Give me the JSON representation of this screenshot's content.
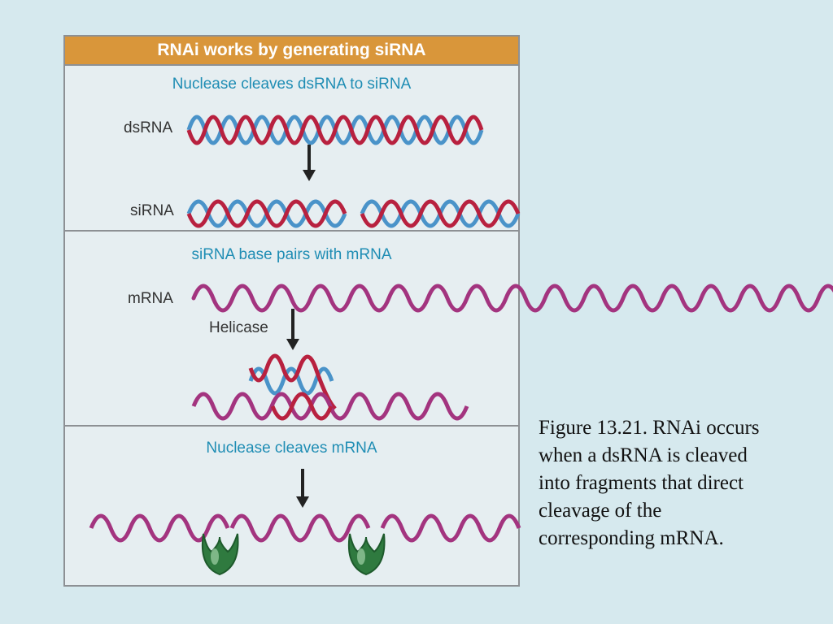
{
  "figure": {
    "title": "RNAi works by generating siRNA",
    "colors": {
      "header": "#d9963a",
      "step_text": "#1f8db4",
      "strand_red": "#b8213f",
      "strand_blue": "#4a93c9",
      "mrna": "#a3347f",
      "nuclease": "#2f7a3f",
      "background": "#d6e9ee"
    },
    "step1": {
      "title": "Nuclease cleaves dsRNA to siRNA",
      "dsrna_label": "dsRNA",
      "sirna_label": "siRNA"
    },
    "step2": {
      "title": "siRNA base pairs with mRNA",
      "mrna_label": "mRNA",
      "helicase_label": "Helicase"
    },
    "step3": {
      "title": "Nuclease cleaves mRNA"
    }
  },
  "caption": "Figure 13.21.  RNAi occurs when a dsRNA is cleaved into fragments that direct cleavage of the corresponding mRNA."
}
